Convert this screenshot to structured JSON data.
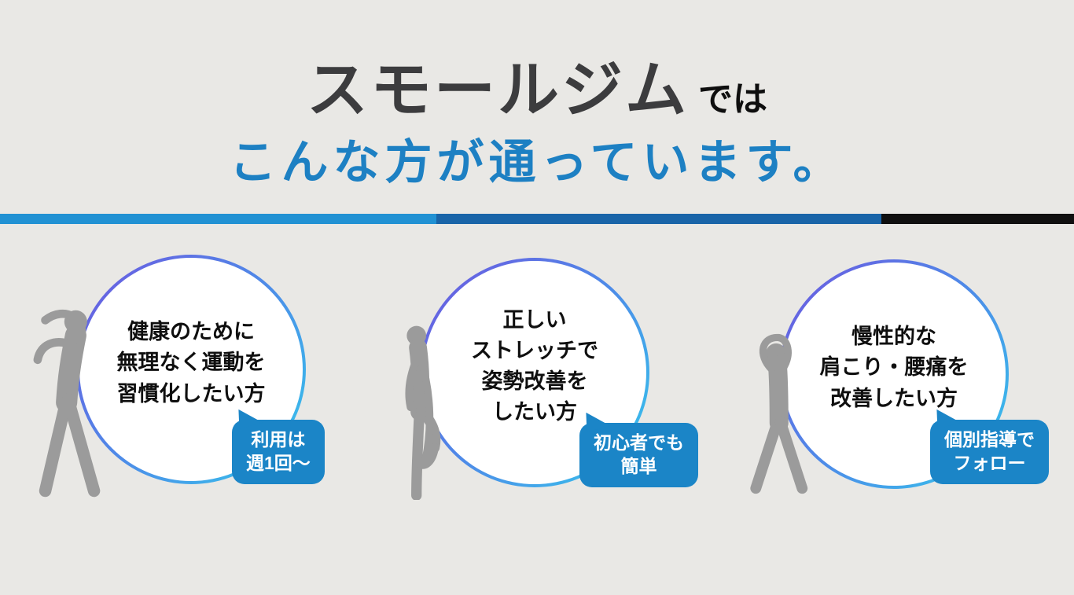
{
  "colors": {
    "background": "#e9e8e5",
    "brand_text": "#3c3c3e",
    "accent_blue": "#1d80c3",
    "badge_blue": "#1b85c7",
    "ring_gradient_start": "#6e57e0",
    "ring_gradient_end": "#33c9ec",
    "silhouette_gray": "#9b9b9b"
  },
  "header": {
    "brand": "スモールジム",
    "brand_suffix": "では",
    "subtitle": "こんな方が通っています。"
  },
  "divider": {
    "segments": [
      {
        "color": "#2191d3"
      },
      {
        "color": "#1964a8"
      },
      {
        "color": "#101010"
      }
    ]
  },
  "cards": [
    {
      "lines": [
        "健康のために",
        "無理なく運動を",
        "習慣化したい方"
      ],
      "badge_lines": [
        "利用は",
        "週1回〜"
      ],
      "figure": "side-stretch-silhouette"
    },
    {
      "lines": [
        "正しい",
        "ストレッチで",
        "姿勢改善を",
        "したい方"
      ],
      "badge_lines": [
        "初心者でも",
        "簡単"
      ],
      "figure": "quad-stretch-silhouette"
    },
    {
      "lines": [
        "慢性的な",
        "肩こり・腰痛を",
        "改善したい方"
      ],
      "badge_lines": [
        "個別指導で",
        "フォロー"
      ],
      "figure": "overhead-stretch-silhouette"
    }
  ]
}
